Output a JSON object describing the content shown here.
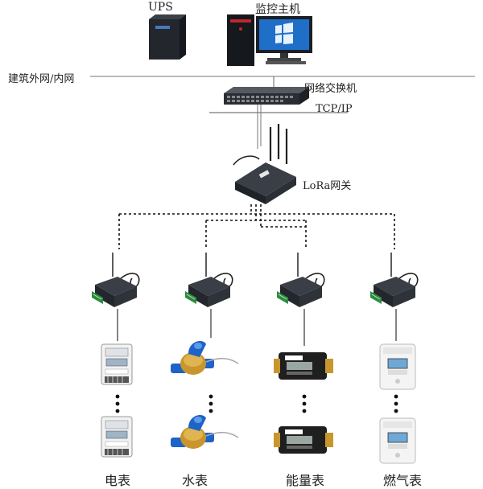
{
  "labels": {
    "ups": "UPS",
    "host": "监控主机",
    "network": "建筑外网/内网",
    "switch": "网络交换机",
    "protocol": "TCP/IP",
    "gateway": "LoRa网关"
  },
  "meters": [
    {
      "name": "电表",
      "icon": "electric-meter-icon"
    },
    {
      "name": "水表",
      "icon": "water-meter-icon"
    },
    {
      "name": "能量表",
      "icon": "energy-meter-icon"
    },
    {
      "name": "燃气表",
      "icon": "gas-meter-icon"
    }
  ],
  "colors": {
    "device_dark": "#2b2f36",
    "terminal_green": "#2e8b3e",
    "monitor_blue": "#1f6fc9",
    "host_red": "#c0262c",
    "brass": "#c8962d",
    "water_blue": "#1e63c8"
  }
}
